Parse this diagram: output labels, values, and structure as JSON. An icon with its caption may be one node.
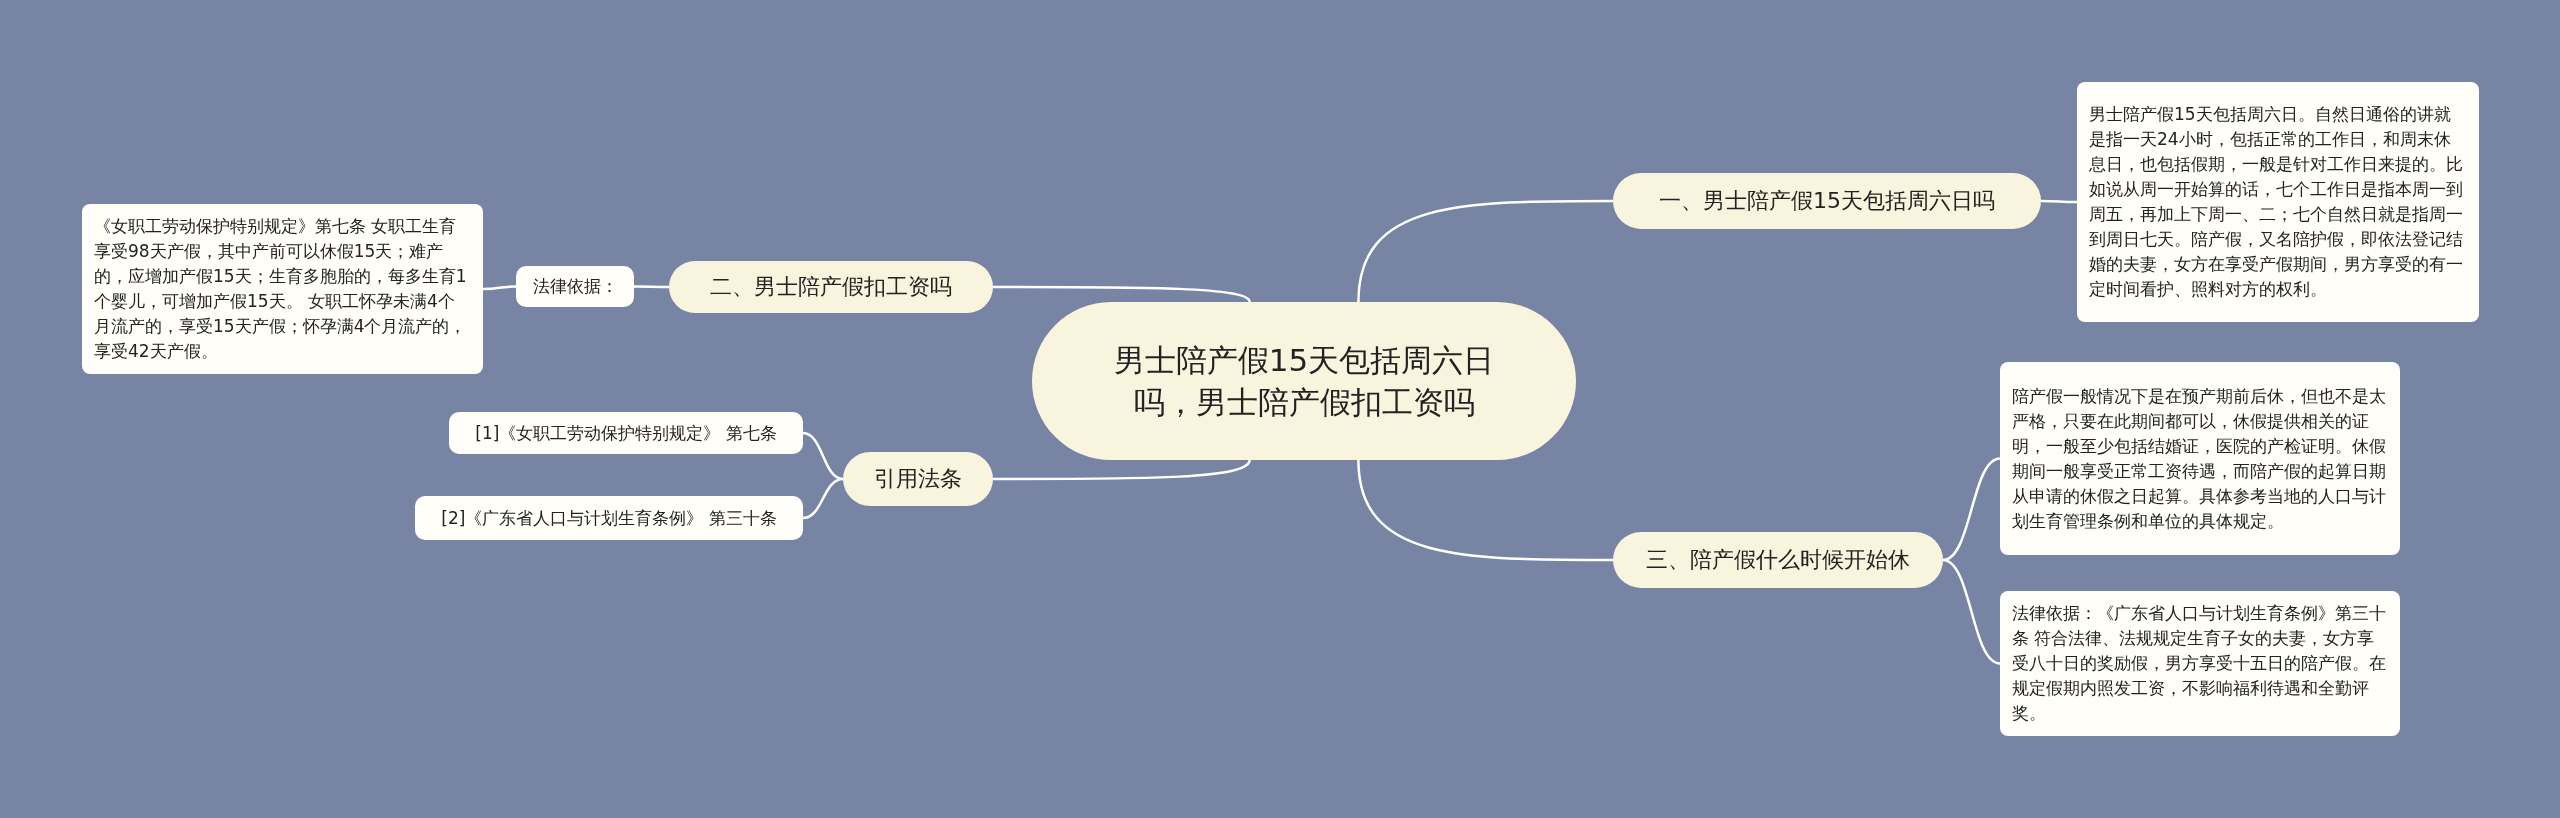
{
  "diagram": {
    "nodes": [
      {
        "text": [
          "男士陪产假15天包括周六日吗，男士陪产假扣工资吗"
        ]
      },
      {
        "text": [
          "一、男士陪产假15天包括周六日吗"
        ]
      },
      {
        "text": [
          "男士陪产假15天包括周六日。自然日通俗的讲就是指一天24小时，包括正常的工作日，和周末休息日，也包括假期，一般是针对工作日来提的。比如说从周一开始算的话，七个工作日是指本周一到周五，再加上下周一、二；七个自然日就是指周一到周日七天。陪产假，又名陪护假，即依法登记结婚的夫妻，女方在享受产假期间，男方享受的有一定时间看护、照料对方的权利。"
        ]
      },
      {
        "text": [
          "二、男士陪产假扣工资吗"
        ]
      },
      {
        "text": [
          "法律依据："
        ]
      },
      {
        "text": [
          "《女职工劳动保护特别规定》第七条 女职工生育享受98天产假，其中产前可以休假15天；难产的，应增加产假15天；生育多胞胎的，每多生育1个婴儿，可增加产假15天。 女职工怀孕未满4个月流产的，享受15天产假；怀孕满4个月流产的，享受42天产假。"
        ]
      },
      {
        "text": [
          "引用法条"
        ]
      },
      {
        "text": [
          "[1]《女职工劳动保护特别规定》 第七条"
        ]
      },
      {
        "text": [
          "[2]《广东省人口与计划生育条例》 第三十条"
        ]
      },
      {
        "text": [
          "三、陪产假什么时候开始休"
        ]
      },
      {
        "text": [
          "陪产假一般情况下是在预产期前后休，但也不是太严格，只要在此期间都可以，休假提供相关的证明，一般至少包括结婚证，医院的产检证明。休假期间一般享受正常工资待遇，而陪产假的起算日期从申请的休假之日起算。具体参考当地的人口与计划生育管理条例和单位的具体规定。"
        ]
      },
      {
        "text": [
          "法律依据：《广东省人口与计划生育条例》第三十条 符合法律、法规规定生育子女的夫妻，女方享受八十日的奖励假，男方享受十五日的陪产假。在规定假期内照发工资，不影响福利待遇和全勤评奖。"
        ]
      }
    ],
    "edges": [
      {
        "from": 0,
        "to": 1,
        "arrow": "none"
      },
      {
        "from": 1,
        "to": 2,
        "arrow": "none"
      },
      {
        "from": 0,
        "to": 3,
        "arrow": "none"
      },
      {
        "from": 3,
        "to": 4,
        "arrow": "none"
      },
      {
        "from": 4,
        "to": 5,
        "arrow": "none"
      },
      {
        "from": 0,
        "to": 6,
        "arrow": "none"
      },
      {
        "from": 6,
        "to": 7,
        "arrow": "none"
      },
      {
        "from": 6,
        "to": 8,
        "arrow": "none"
      },
      {
        "from": 0,
        "to": 9,
        "arrow": "none"
      },
      {
        "from": 9,
        "to": 10,
        "arrow": "none"
      },
      {
        "from": 9,
        "to": 11,
        "arrow": "none"
      }
    ]
  }
}
